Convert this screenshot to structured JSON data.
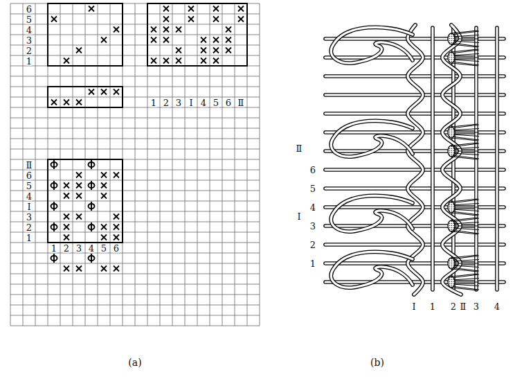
{
  "diagram": {
    "labels": [
      "6",
      "5",
      "4",
      "3",
      "2",
      "1",
      "1",
      "2",
      "3",
      "Ⅰ",
      "4",
      "5",
      "6",
      "Ⅱ",
      "Ⅱ",
      "6",
      "5",
      "4",
      "Ⅰ",
      "3",
      "2",
      "1",
      "1",
      "2",
      "3",
      "4",
      "5",
      "6",
      "(a)",
      "Ⅱ",
      "6",
      "5",
      "4",
      "Ⅰ",
      "3",
      "2",
      "1",
      "Ⅰ",
      "1",
      "2",
      "Ⅱ",
      "3",
      "4",
      "(b)"
    ]
  }
}
